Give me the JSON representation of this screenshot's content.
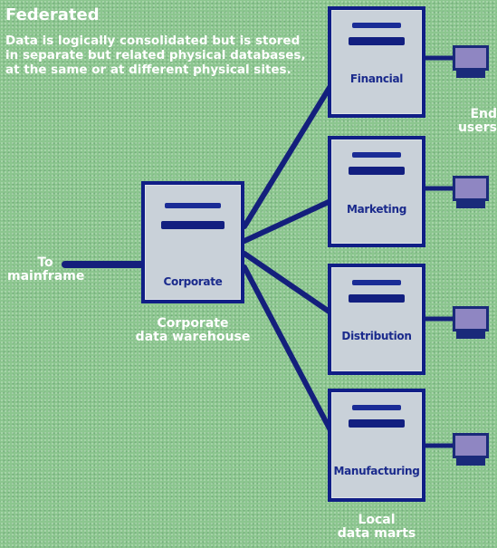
{
  "title": "Federated",
  "description": "Data is logically consolidated but is stored in separate but related physical databases, at the same or at different physical sites.",
  "to_mainframe": {
    "line1": "To",
    "line2": "mainframe"
  },
  "corporate": {
    "box_label": "Corporate",
    "caption_line1": "Corporate",
    "caption_line2": "data warehouse"
  },
  "marts": [
    {
      "label": "Financial"
    },
    {
      "label": "Marketing"
    },
    {
      "label": "Distribution"
    },
    {
      "label": "Manufacturing"
    }
  ],
  "local_marts_caption": {
    "line1": "Local",
    "line2": "data marts"
  },
  "end_users_caption": {
    "line1": "End",
    "line2": "users"
  },
  "colors": {
    "background": "#8cc68f",
    "line": "#141f7c",
    "box_border": "#101e86",
    "box_fill": "#c9d1d9",
    "text": "#ffffff",
    "label": "#1a2a8c",
    "terminal_screen": "#8f86c2"
  },
  "icons": {
    "database": "database-disk-icon",
    "terminal": "computer-terminal-icon"
  }
}
